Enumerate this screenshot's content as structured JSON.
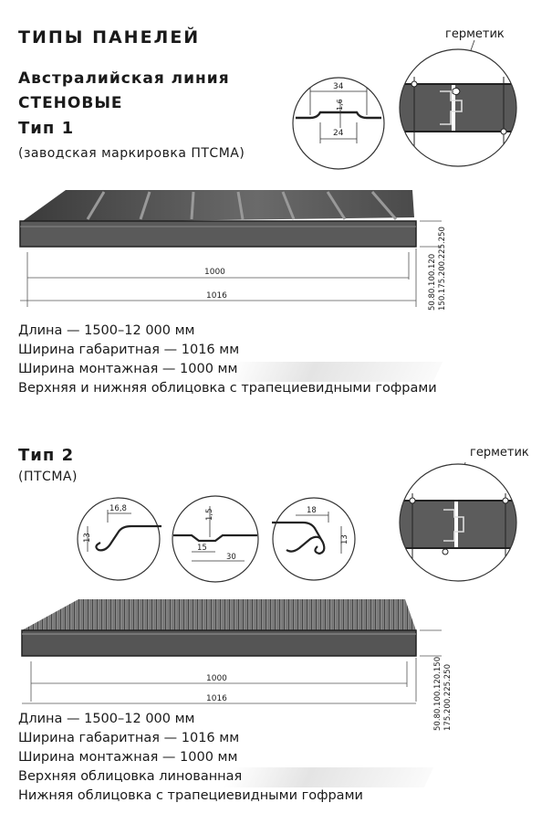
{
  "header": {
    "title": "ТИПЫ ПАНЕЛЕЙ"
  },
  "type1": {
    "line": "Австралийская линия",
    "category": "СТЕНОВЫЕ",
    "heading": "Тип 1",
    "note": "(заводская маркировка ПТСМА)",
    "sealant_label": "герметик",
    "profile_dims": {
      "top": "34",
      "height": "1,6",
      "bottom": "24"
    },
    "width_mount": "1000",
    "width_overall": "1016",
    "thickness_line1": "50.80.100.120",
    "thickness_line2": "150.175.200.225.250",
    "specs": [
      "Длина  — 1500–12 000 мм",
      "Ширина габаритная — 1016 мм",
      "Ширина монтажная — 1000 мм",
      "Верхняя и нижняя облицовка с трапециевидными гофрами"
    ]
  },
  "type2": {
    "heading": "Тип 2",
    "note": "(ПТСМА)",
    "sealant_label": "герметик",
    "detail_left": {
      "width": "16,8",
      "height": "13"
    },
    "detail_mid": {
      "height": "1,5",
      "inner": "15",
      "outer": "30"
    },
    "detail_right": {
      "width": "18",
      "height": "13"
    },
    "width_mount": "1000",
    "width_overall": "1016",
    "thickness_line1": "50.80.100.120.150",
    "thickness_line2": "175.200.225.250",
    "specs": [
      "Длина — 1500–12 000 мм",
      "Ширина габаритная — 1016 мм",
      "Ширина монтажная — 1000 мм",
      "Верхняя облицовка линованная",
      "Нижняя облицовка с трапециевидными гофрами"
    ]
  }
}
